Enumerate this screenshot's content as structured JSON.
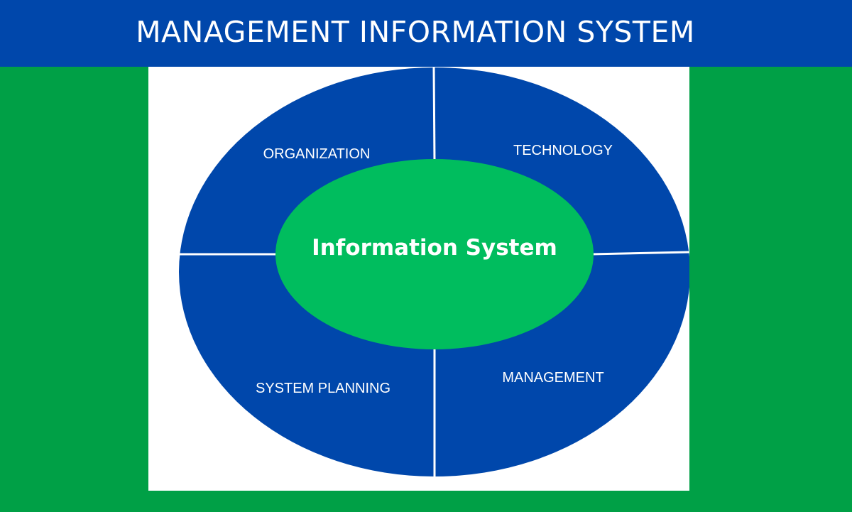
{
  "header": {
    "title": "MANAGEMENT INFORMATION SYSTEM"
  },
  "diagram": {
    "center": "Information System",
    "segments": {
      "top_left": "ORGANIZATION",
      "top_right": "TECHNOLOGY",
      "bottom_left": "SYSTEM PLANNING",
      "bottom_right": "MANAGEMENT"
    }
  },
  "colors": {
    "header_blue": "#0047ab",
    "side_green": "#00a046",
    "ring_blue": "#0047ab",
    "center_green": "#00bd5e",
    "divider": "#ffffff"
  }
}
